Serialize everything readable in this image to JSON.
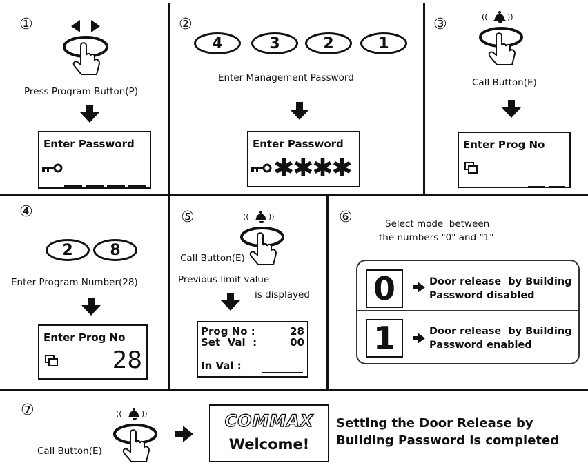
{
  "steps": {
    "s1": {
      "num": "①",
      "label": "Press Program Button(P)",
      "screen_title": "Enter Password"
    },
    "s2": {
      "num": "②",
      "keys": [
        "4",
        "3",
        "2",
        "1"
      ],
      "label": "Enter Management Password",
      "screen_title": "Enter Password",
      "stars": "✱✱✱✱"
    },
    "s3": {
      "num": "③",
      "label": "Call Button(E)",
      "screen_title": "Enter Prog  No"
    },
    "s4": {
      "num": "④",
      "keys": [
        "2",
        "8"
      ],
      "label": "Enter Program Number(28)",
      "screen_title": "Enter Prog  No",
      "value": "28"
    },
    "s5": {
      "num": "⑤",
      "button_label": "Call Button(E)",
      "note_line1": "Previous limit value",
      "note_line2": "is displayed",
      "prog_label": "Prog No :",
      "prog_value": "28",
      "set_label": "Set  Val  :",
      "set_value": "00",
      "in_label": "In Val :"
    },
    "s6": {
      "num": "⑥",
      "title_line1": "Select mode  between",
      "title_line2": "the numbers \"0\" and \"1\"",
      "modes": [
        {
          "digit": "0",
          "line1": "Door release  by Building",
          "line2": "Password disabled"
        },
        {
          "digit": "1",
          "line1": "Door release  by Building",
          "line2": "Password enabled"
        }
      ]
    },
    "s7": {
      "num": "⑦",
      "label": "Call Button(E)",
      "logo": "COMMAX",
      "welcome": "Welcome!",
      "message_line1": "Setting the Door Release by",
      "message_line2": "Building Password is completed"
    }
  }
}
